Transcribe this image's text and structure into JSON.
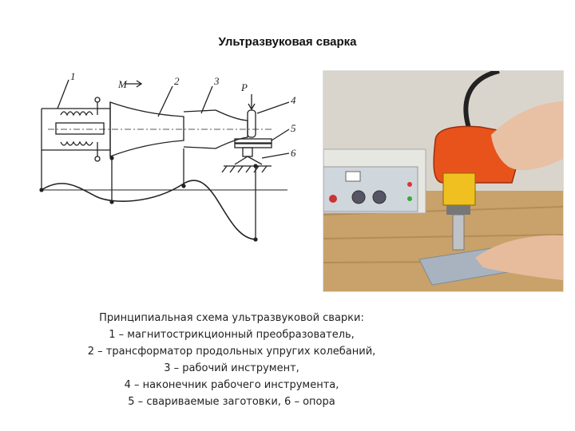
{
  "title": "Ультразвуковая сварка",
  "schematic": {
    "labels": {
      "n1": "1",
      "m": "M",
      "n2": "2",
      "n3": "3",
      "p": "P",
      "n4": "4",
      "n5": "5",
      "n6": "6"
    }
  },
  "caption": {
    "lines": [
      "Принципиальная схема ультразвуковой сварки:",
      "1 – магнитострикционный преобразователь,",
      "2 – трансформатор продольных упругих колебаний,",
      "3 – рабочий инструмент,",
      "4 – наконечник рабочего инструмента,",
      "5 – свариваемые заготовки, 6 – опора"
    ]
  }
}
